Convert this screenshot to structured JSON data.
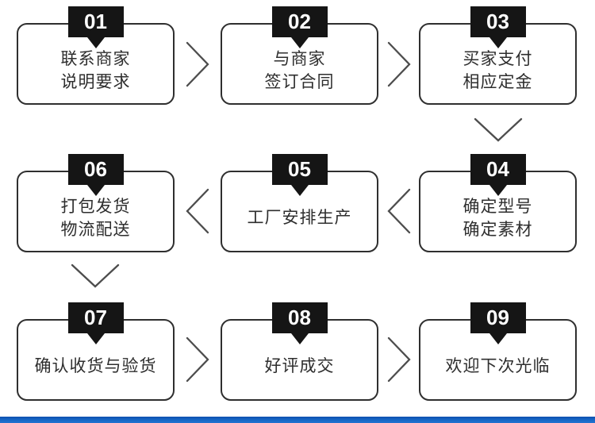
{
  "diagram": {
    "title_semantic": "order-process-flow",
    "colors": {
      "background": "#ffffff",
      "badge": "#151515",
      "badge_number_text": "#ffffff",
      "box_border": "#2f2f2f",
      "box_fill": "#ffffff",
      "step_text": "#2e2e2e",
      "arrow": "#4d4d4d",
      "footer_bar": "#1565c4"
    },
    "steps": [
      {
        "number": "01",
        "line1": "联系商家",
        "line2": "说明要求"
      },
      {
        "number": "02",
        "line1": "与商家",
        "line2": "签订合同"
      },
      {
        "number": "03",
        "line1": "买家支付",
        "line2": "相应定金"
      },
      {
        "number": "04",
        "line1": "确定型号",
        "line2": "确定素材"
      },
      {
        "number": "05",
        "line1": "工厂安排生产"
      },
      {
        "number": "06",
        "line1": "打包发货",
        "line2": "物流配送"
      },
      {
        "number": "07",
        "line1": "确认收货与验货"
      },
      {
        "number": "08",
        "line1": "好评成交"
      },
      {
        "number": "09",
        "line1": "欢迎下次光临"
      }
    ],
    "flow": [
      "01→02",
      "02→03",
      "03↓04",
      "04←05 direction: 04→05 leftward",
      "05→06 leftward",
      "06↓07",
      "07→08",
      "08→09"
    ]
  }
}
